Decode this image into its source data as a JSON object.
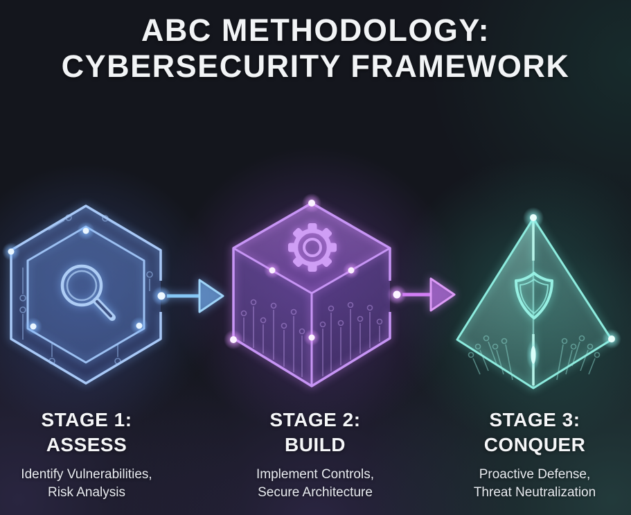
{
  "title": {
    "line1": "ABC METHODOLOGY:",
    "line2": "CYBERSECURITY FRAMEWORK"
  },
  "stages": [
    {
      "id": "assess",
      "stage_label": "STAGE 1:",
      "name": "ASSESS",
      "description": [
        "Identify Vulnerabilities,",
        "Risk Analysis"
      ],
      "shape": "hexagon",
      "icon": "magnifier-icon",
      "accent_color": "#9cc3f7"
    },
    {
      "id": "build",
      "stage_label": "STAGE 2:",
      "name": "BUILD",
      "description": [
        "Implement Controls,",
        "Secure Architecture"
      ],
      "shape": "cube",
      "icon": "gear-icon",
      "accent_color": "#c88ef5"
    },
    {
      "id": "conquer",
      "stage_label": "STAGE 3:",
      "name": "CONQUER",
      "description": [
        "Proactive Defense,",
        "Threat Neutralization"
      ],
      "shape": "pyramid",
      "icon": "shield-icon",
      "accent_color": "#8debdd"
    }
  ],
  "arrows": [
    {
      "direction": "right",
      "color": "#86c7f5"
    },
    {
      "direction": "right",
      "color": "#d27ef5"
    }
  ]
}
